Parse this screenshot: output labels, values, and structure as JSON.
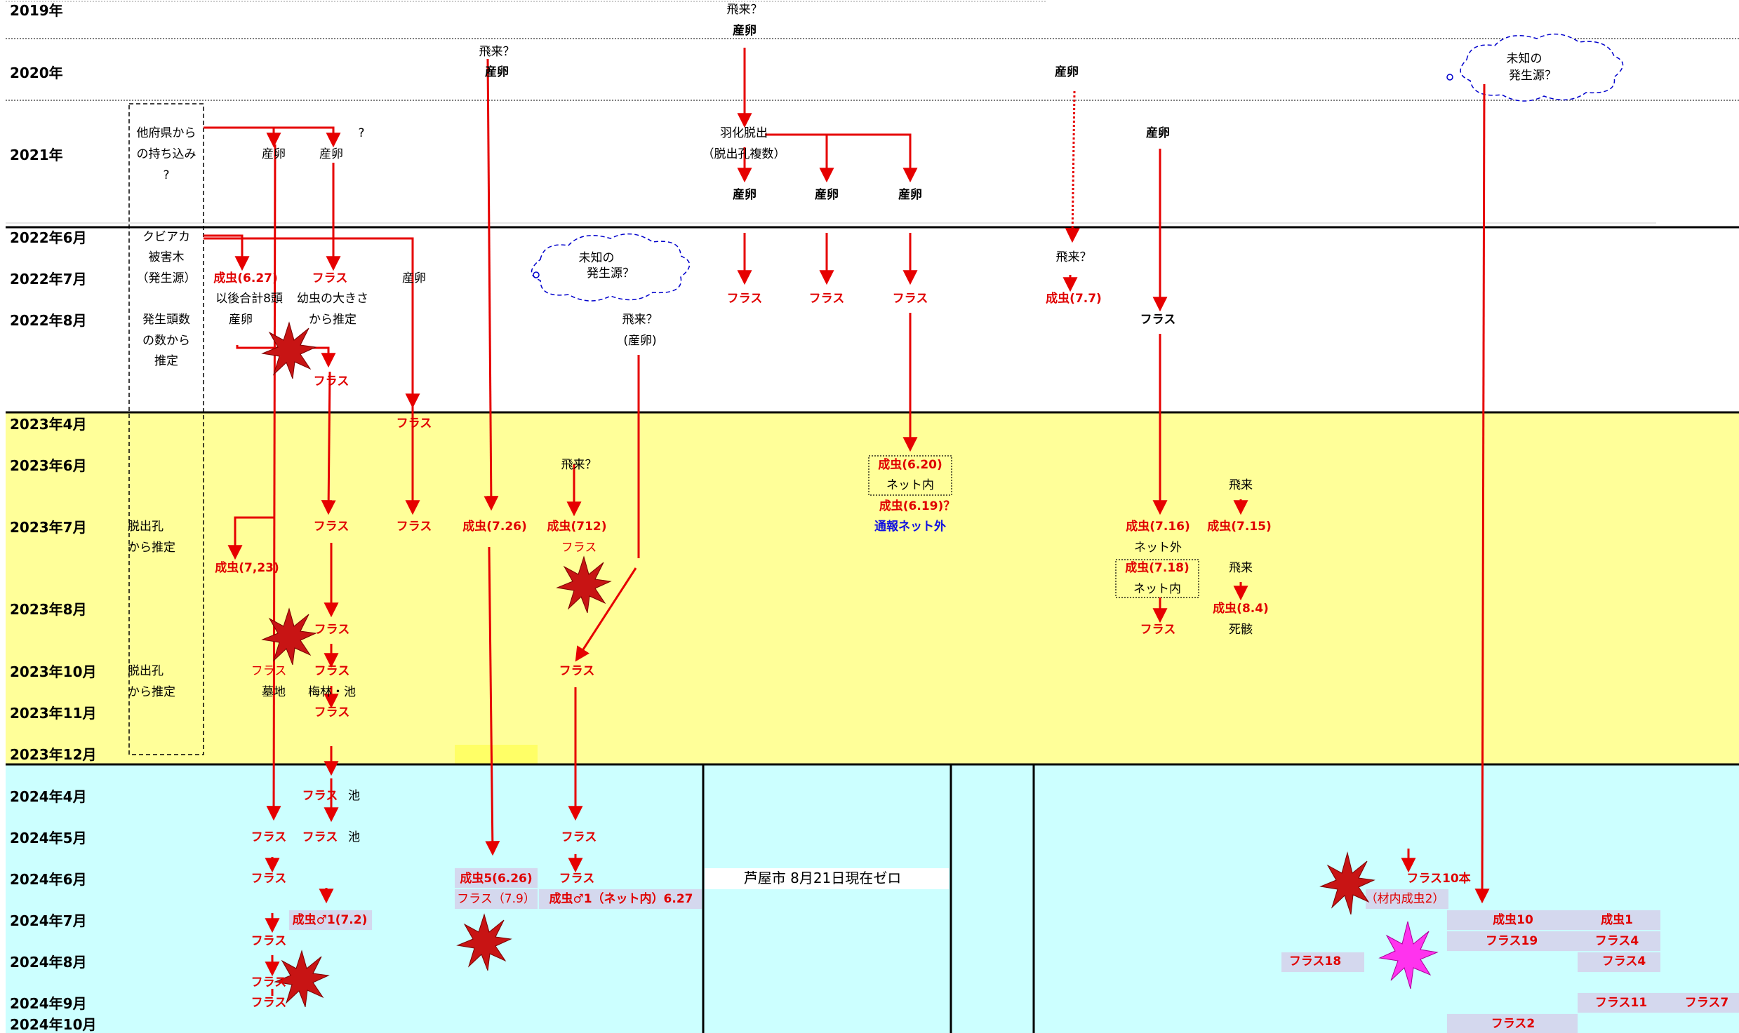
{
  "rows": {
    "y2019": "2019年",
    "y2020": "2020年",
    "y2021": "2021年",
    "m2022_6": "2022年6月",
    "m2022_7": "2022年7月",
    "m2022_8": "2022年8月",
    "m2023_4": "2023年4月",
    "m2023_6": "2023年6月",
    "m2023_7": "2023年7月",
    "m2023_8": "2023年8月",
    "m2023_10": "2023年10月",
    "m2023_11": "2023年11月",
    "m2023_12": "2023年12月",
    "m2024_4": "2024年4月",
    "m2024_5": "2024年5月",
    "m2024_6": "2024年6月",
    "m2024_7": "2024年7月",
    "m2024_8": "2024年8月",
    "m2024_9": "2024年9月",
    "m2024_10": "2024年10月"
  },
  "labels": {
    "flyq": "飛来？",
    "sanran": "産卵",
    "q": "?",
    "unknown_src": "未知の",
    "unknown_src2": "発生源？",
    "other_pref1": "他府県から",
    "other_pref2": "の持ち込み",
    "hatch": "羽化脱出",
    "hatch2": "（脱出孔複数）",
    "kubiaka1": "クビアカ",
    "kubiaka2": "被害木",
    "kubiaka3": "（発生源）",
    "est1": "発生頭数",
    "est2": "の数から",
    "est3": "推定",
    "adult_627": "成虫(6.27)",
    "after8": "以後合計8頭",
    "frass": "フラス",
    "larva_size": "幼虫の大きさ",
    "from_est": "から推定",
    "adult_77": "成虫(7.7)",
    "flyq_egg": "(産卵)",
    "adult_620": "成虫(6.20)",
    "net_in": "ネット内",
    "adult_619": "成虫(6.19)？",
    "report_out": "通報ネット外",
    "fly": "飛来",
    "exit_hole1": "脱出孔",
    "exit_hole2": "から推定",
    "adult_726": "成虫(7.26)",
    "adult_712": "成虫(712)",
    "adult_716": "成虫(7.16)",
    "adult_715": "成虫(7.15)",
    "net_out": "ネット外",
    "adult_718": "成虫(7.18)",
    "adult_723": "成虫(7,23)",
    "adult_84": "成虫(8.4)",
    "dead": "死骸",
    "grave": "墓地",
    "plum_pond": "梅林・池",
    "pond": "池",
    "adult5": "成虫5(6.26)",
    "frass79": "フラス（7.9）",
    "adult_m1_net": "成虫♂1（ネット内）6.27",
    "ashiya": "芦屋市  8月21日現在ゼロ",
    "adult_m1_72": "成虫♂1(7.2)",
    "frass10": "フラス10本",
    "in_wood": "（材内成虫2）",
    "adult10": "成虫10",
    "adult1": "成虫1",
    "frass19": "フラス19",
    "frass4": "フラス4",
    "frass18": "フラス18",
    "frass11": "フラス11",
    "frass7": "フラス7",
    "frass2": "フラス2"
  },
  "colors": {
    "yellow_band": "#ffff99",
    "cyan_band": "#ccffff",
    "arrow_red": "#e60000",
    "cloud_blue": "#0000cc",
    "star_red": "#c81414",
    "star_pink": "#ff33ee"
  }
}
